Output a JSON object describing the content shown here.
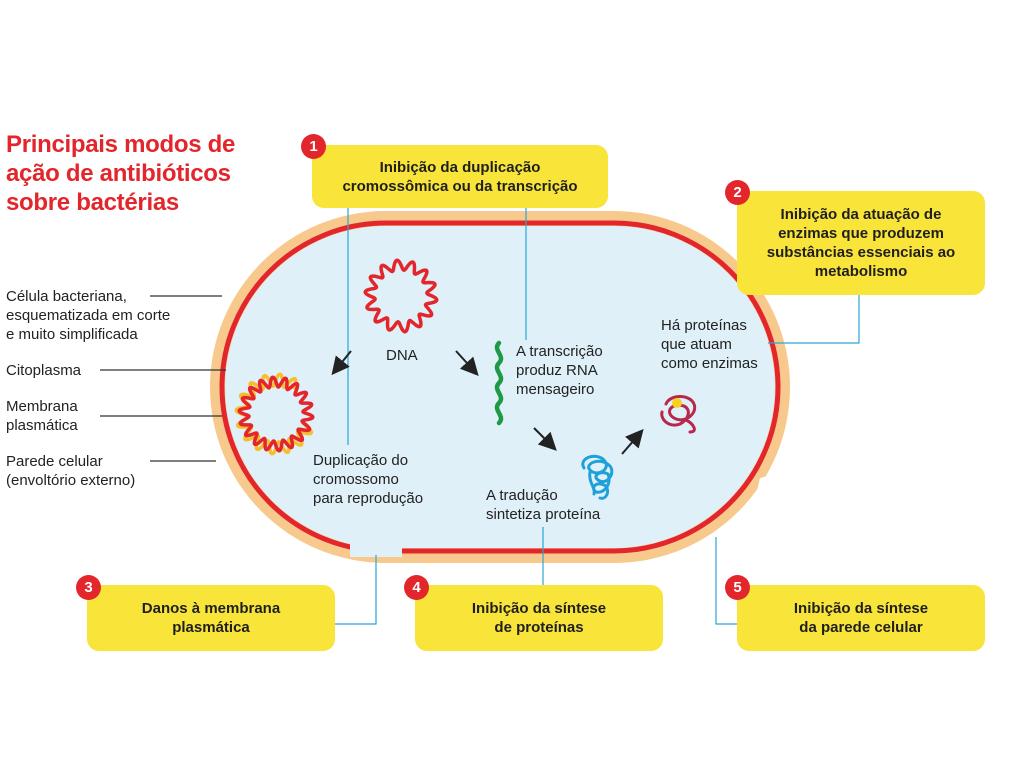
{
  "title": [
    "Principais modos de",
    "ação de antibióticos",
    "sobre bactérias"
  ],
  "side_labels": {
    "cell": [
      "Célula bacteriana,",
      "esquematizada em corte",
      "e muito simplificada"
    ],
    "cytoplasm": [
      "Citoplasma"
    ],
    "membrane": [
      "Membrana",
      "plasmática"
    ],
    "wall": [
      "Parede celular",
      "(envoltório externo)"
    ]
  },
  "inner_labels": {
    "dna": [
      "DNA"
    ],
    "duplication": [
      "Duplicação do",
      "cromossomo",
      "para reprodução"
    ],
    "transcription": [
      "A transcrição",
      "produz RNA",
      "mensageiro"
    ],
    "translation": [
      "A tradução",
      "sintetiza proteína"
    ],
    "enzymes": [
      "Há proteínas",
      "que atuam",
      "como enzimas"
    ]
  },
  "boxes": [
    {
      "number": "1",
      "lines": [
        "Inibição da duplicação",
        "cromossômica ou da transcrição"
      ]
    },
    {
      "number": "2",
      "lines": [
        "Inibição da atuação de",
        "enzimas que produzem",
        "substâncias essenciais ao",
        "metabolismo"
      ]
    },
    {
      "number": "3",
      "lines": [
        "Danos à membrana",
        "plasmática"
      ]
    },
    {
      "number": "4",
      "lines": [
        "Inibição da síntese",
        "de proteínas"
      ]
    },
    {
      "number": "5",
      "lines": [
        "Inibição da síntese",
        "da parede celular"
      ]
    }
  ],
  "colors": {
    "title": "#e2262b",
    "badge": "#e2262b",
    "box": "#f9e43a",
    "wall": "#f8c98d",
    "membrane": "#e2262b",
    "cytoplasm": "#dff0f8",
    "rna": "#1e9a46",
    "protein": "#1fa0d8",
    "enzyme": "#b8274c",
    "leader": "#2aa7d6"
  }
}
